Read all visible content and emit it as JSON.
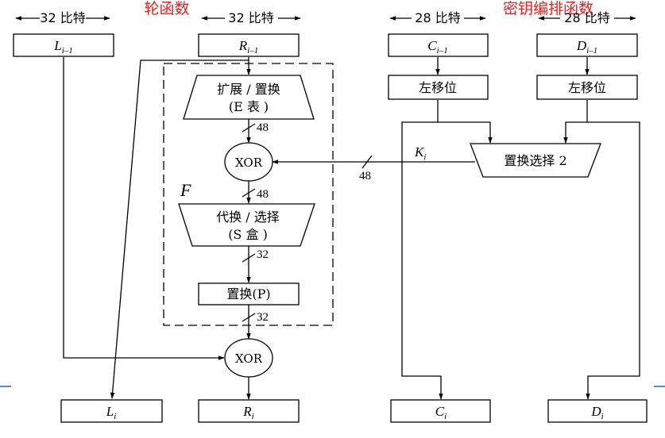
{
  "title_round": "轮函数",
  "title_key": "密钥编排函数",
  "colors": {
    "title": "#e8201e",
    "accent_line": "#4a8fd4"
  },
  "headers": {
    "l_width": "32 比特",
    "r_width": "32 比特",
    "c_width": "28 比特",
    "d_width": "28 比特"
  },
  "inputs": {
    "l": {
      "var": "L",
      "sub": "i–1"
    },
    "r": {
      "var": "R",
      "sub": "i–1"
    },
    "c": {
      "var": "C",
      "sub": "i–1"
    },
    "d": {
      "var": "D",
      "sub": "i–1"
    }
  },
  "outputs": {
    "l": {
      "var": "L",
      "sub": "i"
    },
    "r": {
      "var": "R",
      "sub": "i"
    },
    "c": {
      "var": "C",
      "sub": "i"
    },
    "d": {
      "var": "D",
      "sub": "i"
    }
  },
  "blocks": {
    "expansion_line1": "扩展 / 置换",
    "expansion_line2": "(E 表 )",
    "xor1": "XOR",
    "substitution_line1": "代换 / 选择",
    "substitution_line2": "(S 盒 )",
    "permutation": "置换(P)",
    "xor2": "XOR",
    "shift_c": "左移位",
    "shift_d": "左移位",
    "pc2": "置换选择 2"
  },
  "f_label": "F",
  "key_label": {
    "var": "K",
    "sub": "i"
  },
  "bit_labels": {
    "after_expansion": "48",
    "key": "48",
    "after_xor": "48",
    "after_substitution": "32",
    "after_permutation": "32"
  }
}
